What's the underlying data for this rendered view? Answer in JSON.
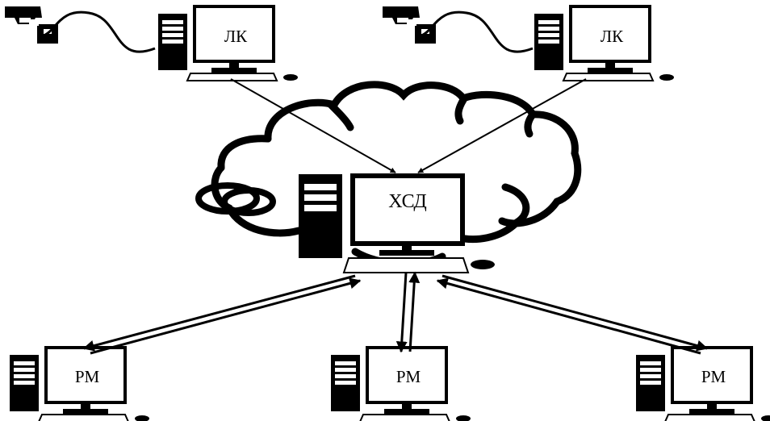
{
  "nodes": {
    "lk_left": {
      "label": "ЛК",
      "icon": "workstation-with-scanner-icon"
    },
    "lk_right": {
      "label": "ЛК",
      "icon": "workstation-with-scanner-icon"
    },
    "hsd": {
      "label": "ХСД",
      "icon": "server-workstation-icon"
    },
    "rm_left": {
      "label": "РМ",
      "icon": "workstation-icon"
    },
    "rm_mid": {
      "label": "РМ",
      "icon": "workstation-icon"
    },
    "rm_right": {
      "label": "РМ",
      "icon": "workstation-icon"
    }
  },
  "network": {
    "icon": "cloud-icon"
  },
  "colors": {
    "stroke": "#000000",
    "background": "#ffffff"
  }
}
